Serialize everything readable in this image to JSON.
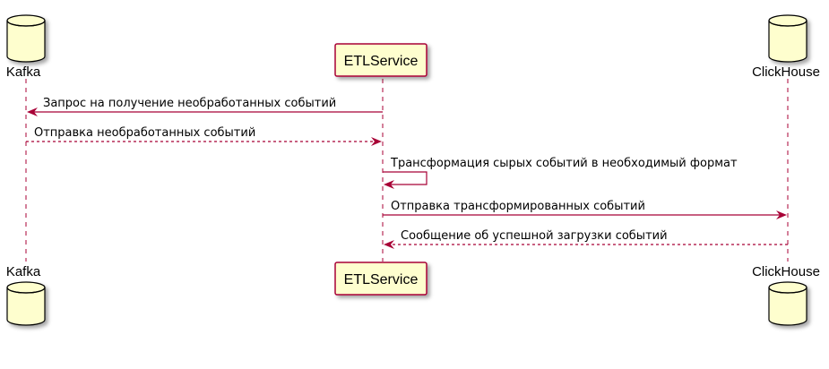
{
  "participants": {
    "kafka": {
      "name": "Kafka",
      "kind": "database"
    },
    "etl": {
      "name": "ETLService",
      "kind": "participant"
    },
    "clickhouse": {
      "name": "ClickHouse",
      "kind": "database"
    }
  },
  "messages": [
    {
      "from": "etl",
      "to": "kafka",
      "text": "Запрос на получение необработанных событий",
      "style": "solid"
    },
    {
      "from": "kafka",
      "to": "etl",
      "text": "Отправка необработанных событий",
      "style": "dashed"
    },
    {
      "from": "etl",
      "to": "etl",
      "text": "Трансформация сырых событий в необходимый формат",
      "style": "solid"
    },
    {
      "from": "etl",
      "to": "clickhouse",
      "text": "Отправка трансформированных событий",
      "style": "solid"
    },
    {
      "from": "clickhouse",
      "to": "etl",
      "text": "Сообщение об успешной загрузки событий",
      "style": "dashed"
    }
  ],
  "colors": {
    "line": "#a80036",
    "box_fill": "#fefece",
    "box_border": "#a80036",
    "db_fill": "#fefece",
    "db_border": "#000000"
  }
}
